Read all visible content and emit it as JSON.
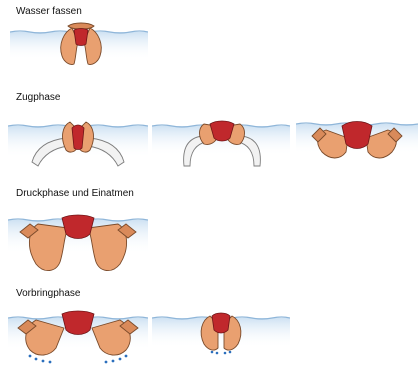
{
  "phases": [
    {
      "id": "wasser-fassen",
      "label": "Wasser fassen"
    },
    {
      "id": "zugphase",
      "label": "Zugphase"
    },
    {
      "id": "druckphase",
      "label": "Druckphase und Einatmen"
    },
    {
      "id": "vorbringphase",
      "label": "Vorbringphase"
    }
  ],
  "colors": {
    "water": "#dceaf6",
    "water_surface": "#8fb6d9",
    "skin": "#e9a070",
    "suit": "#c0282c",
    "arm": "#f2f2f2",
    "bubbles": "#2b6fbd"
  }
}
